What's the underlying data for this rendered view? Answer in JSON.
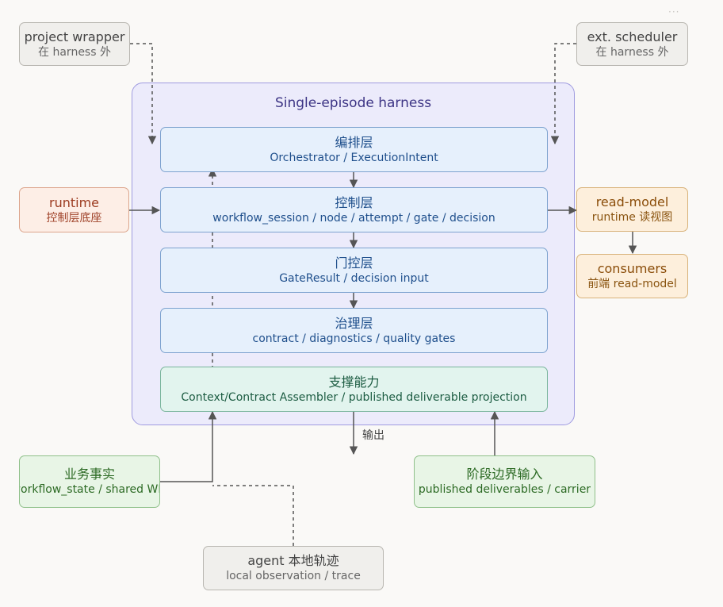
{
  "harness": {
    "title": "Single-episode harness"
  },
  "outside": {
    "project_wrapper": {
      "title": "project wrapper",
      "subtitle": "在 harness 外"
    },
    "ext_scheduler": {
      "title": "ext. scheduler",
      "subtitle": "在 harness 外"
    },
    "runtime": {
      "title": "runtime",
      "subtitle": "控制层底座"
    },
    "read_model": {
      "title": "read-model",
      "subtitle": "runtime 读视图"
    },
    "consumers": {
      "title": "consumers",
      "subtitle": "前端 read-model"
    },
    "business_facts": {
      "title": "业务事实",
      "subtitle": "workflow_state / shared WM"
    },
    "stage_boundary": {
      "title": "阶段边界输入",
      "subtitle": "published deliverables / carrier"
    },
    "agent_trace": {
      "title": "agent 本地轨迹",
      "subtitle": "local observation / trace"
    }
  },
  "layers": {
    "orchestration": {
      "title": "编排层",
      "subtitle": "Orchestrator / ExecutionIntent"
    },
    "control": {
      "title": "控制层",
      "subtitle": "workflow_session / node / attempt / gate / decision"
    },
    "gate": {
      "title": "门控层",
      "subtitle": "GateResult / decision input"
    },
    "governance": {
      "title": "治理层",
      "subtitle": "contract / diagnostics / quality gates"
    },
    "support": {
      "title": "支撑能力",
      "subtitle": "Context/Contract Assembler / published deliverable projection"
    }
  },
  "edges": {
    "output_label": "输出"
  },
  "menu": {
    "dots": "···"
  },
  "colors": {
    "harness_fill": "#ecebfb",
    "harness_border": "#9f9be0",
    "layer_fill": "#e6f0fc",
    "support_fill": "#e2f4ee",
    "input_fill": "#e8f5e6",
    "runtime_fill": "#fdeee6",
    "readmodel_fill": "#fdefdc",
    "external_fill": "#f0efec",
    "arrow": "#555555"
  }
}
